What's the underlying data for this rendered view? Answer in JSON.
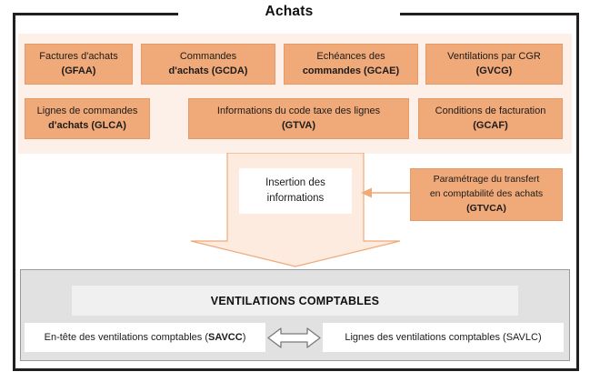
{
  "panel": {
    "title": "Achats"
  },
  "modules": {
    "row1": [
      {
        "line1": "Factures d'achats",
        "line2": "(GFAA)",
        "code": "GFAA"
      },
      {
        "line1": "Commandes",
        "line2": "d'achats (GCDA)",
        "code": "GCDA"
      },
      {
        "line1": "Echéances des",
        "line2": "commandes (GCAE)",
        "code": "GCAE"
      },
      {
        "line1": "Ventilations par CGR",
        "line2": "(GVCG)",
        "code": "GVCG"
      }
    ],
    "row2": [
      {
        "line1": "Lignes de commandes",
        "line2": "d'achats (GLCA)",
        "code": "GLCA"
      },
      {
        "line1": "Informations du code taxe des lignes",
        "line2": "(GTVA)",
        "code": "GTVA"
      },
      {
        "line1": "Conditions de facturation",
        "line2": "(GCAF)",
        "code": "GCAF"
      }
    ]
  },
  "process": {
    "insertion_line1": "Insertion des",
    "insertion_line2": "informations",
    "param_line1": "Paramétrage du transfert",
    "param_line2": "en comptabilité des achats",
    "param_line3": "(GTVCA)",
    "param_code": "GTVCA"
  },
  "ventilations": {
    "header": "VENTILATIONS COMPTABLES",
    "left_text": "En-tête des ventilations comptables (",
    "left_code": "SAVCC",
    "left_text_end": ")",
    "right_text": "Lignes des ventilations comptables (SAVLC)"
  },
  "colors": {
    "box_fill": "#f0a978",
    "box_border": "#e79a66",
    "container_fill": "#fdf0e8",
    "arrow_fill": "#fdebe0",
    "arrow_stroke": "#f0a978",
    "gray_fill": "#e1e1e1",
    "gray_band": "#f0f0f0",
    "frame": "#231f20",
    "dbl_arrow_stroke": "#7a7a7a"
  }
}
